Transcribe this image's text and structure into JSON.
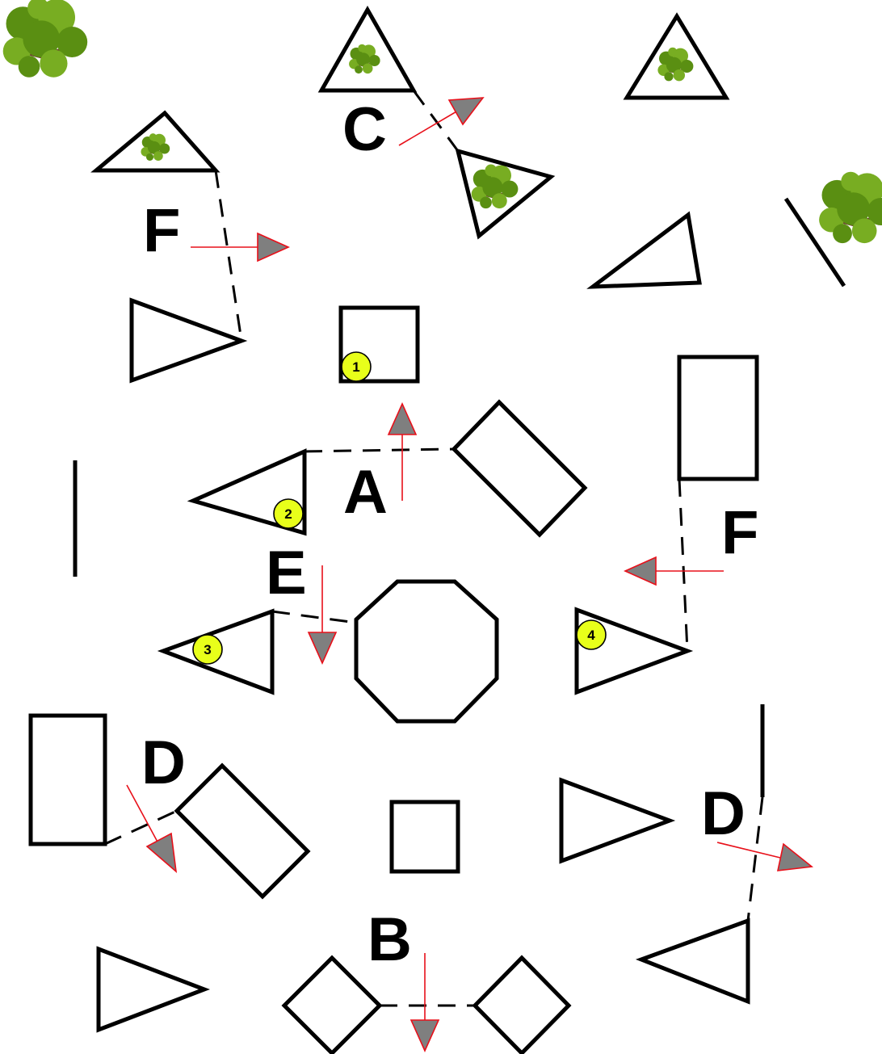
{
  "colors": {
    "shape_stroke": "#000000",
    "arrow_line": "#e8101a",
    "arrow_head": "#7f7f7f",
    "marker_fill": "#e8ff1a",
    "tree_leaf": "#5a8f12"
  },
  "labels": {
    "a": "A",
    "b": "B",
    "c": "C",
    "d_left": "D",
    "d_right": "D",
    "e": "E",
    "f_left": "F",
    "f_right": "F"
  },
  "markers": {
    "m1": "1",
    "m2": "2",
    "m3": "3",
    "m4": "4"
  },
  "icons": {
    "tree": "tree-icon",
    "arrow": "arrow-icon"
  }
}
